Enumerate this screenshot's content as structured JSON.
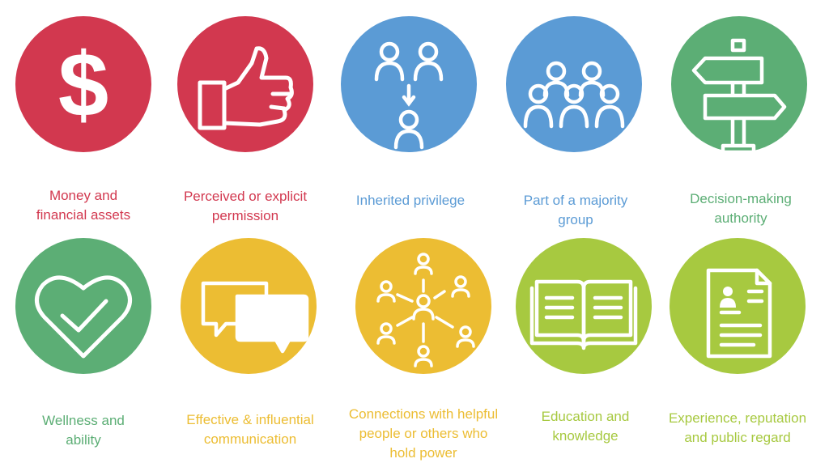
{
  "colors": {
    "red": "#d2384f",
    "blue": "#5b9bd5",
    "green": "#5cae75",
    "gold": "#ecbd33",
    "lime": "#a7c940"
  },
  "items": [
    {
      "label": "Money and\nfinancial assets",
      "icon": "dollar-icon"
    },
    {
      "label": "Perceived or explicit\npermission",
      "icon": "thumbs-up-icon"
    },
    {
      "label": "Inherited privilege",
      "icon": "inheritance-people-icon"
    },
    {
      "label": "Part of a majority\ngroup",
      "icon": "group-icon"
    },
    {
      "label": "Decision-making\nauthority",
      "icon": "signpost-icon"
    },
    {
      "label": "Wellness and\nability",
      "icon": "heart-check-icon"
    },
    {
      "label": "Effective & influential\ncommunication",
      "icon": "speech-bubbles-icon"
    },
    {
      "label": "Connections with helpful\npeople or others who\nhold power",
      "icon": "network-icon"
    },
    {
      "label": "Education and\nknowledge",
      "icon": "open-book-icon"
    },
    {
      "label": "Experience, reputation\nand public regard",
      "icon": "resume-icon"
    }
  ]
}
